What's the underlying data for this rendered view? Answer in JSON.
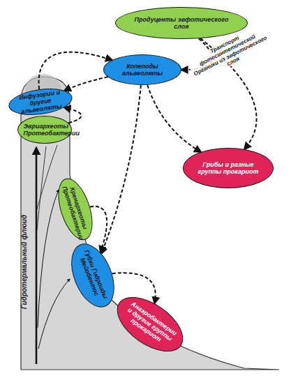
{
  "diagram": {
    "nodes": [
      {
        "text": [
          "Продуценты эвфотического слоя"
        ]
      },
      {
        "text": [
          "Копеподы альвеоляты"
        ]
      },
      {
        "text": [
          "Инфузории и другие альвеоляты"
        ]
      },
      {
        "text": [
          "Эвриархеоты Протеобактерии"
        ]
      },
      {
        "text": [
          "Грибы и разные группы прокариот"
        ]
      },
      {
        "text": [
          "Кренархеоты Протеобактерии"
        ]
      },
      {
        "text": [
          "Губки Гидроиды Мейобентос"
        ]
      },
      {
        "text": [
          "Анаэробактерии и другие группы прокариот"
        ]
      }
    ],
    "edges": [
      {
        "from": 0,
        "to": 1,
        "arrow": "to",
        "label": "Транспорт фотосинтетической Органики из эвфотического слоя"
      },
      {
        "from": 0,
        "to": 4,
        "arrow": "to"
      },
      {
        "from": 2,
        "to": 1,
        "arrow": "to"
      },
      {
        "from": 1,
        "to": 2,
        "arrow": "to"
      },
      {
        "from": 3,
        "to": 2,
        "arrow": "to"
      },
      {
        "from": 1,
        "to": 4,
        "arrow": "to"
      },
      {
        "from": 1,
        "to": 6,
        "arrow": "to"
      },
      {
        "from": 5,
        "to": 6,
        "arrow": "to"
      },
      {
        "from": 6,
        "to": 7,
        "arrow": "to"
      }
    ],
    "labels": [
      "Гидротермальный флюид"
    ]
  }
}
